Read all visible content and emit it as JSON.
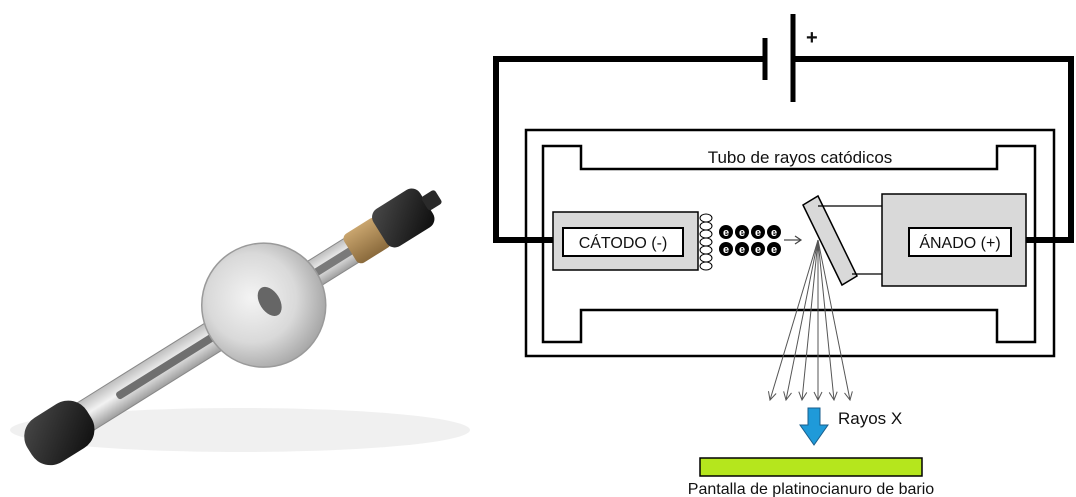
{
  "photo": {
    "subject": "x-ray-tube-photo"
  },
  "diagram": {
    "battery_plus": "+",
    "tube_label": "Tubo de rayos catódicos",
    "cathode_label": "CÁTODO (-)",
    "anode_label": "ÁNADO (+)",
    "electron_symbol": "e",
    "electron_count": 8,
    "rays_label": "Rayos X",
    "screen_label": "Pantalla de platinocianuro de bario",
    "colors": {
      "line": "#000000",
      "electrode_fill": "#d9d9d9",
      "ray_arrow": "#1f9ad9",
      "screen_fill": "#b5e61d"
    }
  }
}
